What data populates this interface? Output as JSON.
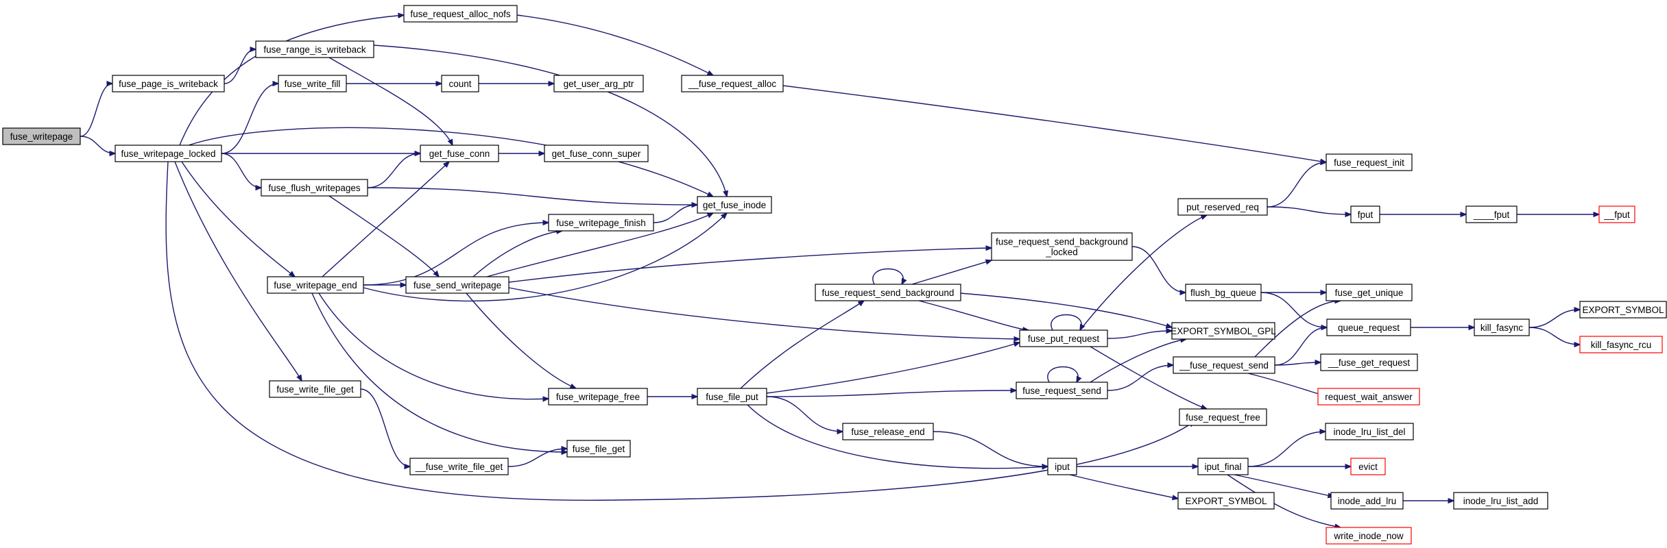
{
  "graph": {
    "nodes": [
      {
        "id": "fuse_writepage",
        "lines": [
          "fuse_writepage"
        ],
        "kind": "root"
      },
      {
        "id": "fuse_page_is_writeback",
        "lines": [
          "fuse_page_is_writeback"
        ],
        "kind": "normal"
      },
      {
        "id": "fuse_writepage_locked",
        "lines": [
          "fuse_writepage_locked"
        ],
        "kind": "normal"
      },
      {
        "id": "fuse_range_is_writeback",
        "lines": [
          "fuse_range_is_writeback"
        ],
        "kind": "normal"
      },
      {
        "id": "fuse_request_alloc_nofs",
        "lines": [
          "fuse_request_alloc_nofs"
        ],
        "kind": "normal"
      },
      {
        "id": "__fuse_request_alloc",
        "lines": [
          "__fuse_request_alloc"
        ],
        "kind": "normal"
      },
      {
        "id": "fuse_write_fill",
        "lines": [
          "fuse_write_fill"
        ],
        "kind": "normal"
      },
      {
        "id": "count",
        "lines": [
          "count"
        ],
        "kind": "normal"
      },
      {
        "id": "get_user_arg_ptr",
        "lines": [
          "get_user_arg_ptr"
        ],
        "kind": "normal"
      },
      {
        "id": "get_fuse_conn",
        "lines": [
          "get_fuse_conn"
        ],
        "kind": "normal"
      },
      {
        "id": "get_fuse_conn_super",
        "lines": [
          "get_fuse_conn_super"
        ],
        "kind": "normal"
      },
      {
        "id": "fuse_flush_writepages",
        "lines": [
          "fuse_flush_writepages"
        ],
        "kind": "normal"
      },
      {
        "id": "get_fuse_inode",
        "lines": [
          "get_fuse_inode"
        ],
        "kind": "normal"
      },
      {
        "id": "fuse_writepage_finish",
        "lines": [
          "fuse_writepage_finish"
        ],
        "kind": "normal"
      },
      {
        "id": "fuse_writepage_end",
        "lines": [
          "fuse_writepage_end"
        ],
        "kind": "normal"
      },
      {
        "id": "fuse_send_writepage",
        "lines": [
          "fuse_send_writepage"
        ],
        "kind": "normal"
      },
      {
        "id": "fuse_request_send_background_locked",
        "lines": [
          "fuse_request_send_background",
          "_locked"
        ],
        "kind": "normal"
      },
      {
        "id": "fuse_request_send_background",
        "lines": [
          "fuse_request_send_background"
        ],
        "kind": "normal"
      },
      {
        "id": "fuse_write_file_get",
        "lines": [
          "fuse_write_file_get"
        ],
        "kind": "normal"
      },
      {
        "id": "fuse_writepage_free",
        "lines": [
          "fuse_writepage_free"
        ],
        "kind": "normal"
      },
      {
        "id": "fuse_file_put",
        "lines": [
          "fuse_file_put"
        ],
        "kind": "normal"
      },
      {
        "id": "fuse_release_end",
        "lines": [
          "fuse_release_end"
        ],
        "kind": "normal"
      },
      {
        "id": "__fuse_write_file_get",
        "lines": [
          "__fuse_write_file_get"
        ],
        "kind": "normal"
      },
      {
        "id": "fuse_file_get",
        "lines": [
          "fuse_file_get"
        ],
        "kind": "normal"
      },
      {
        "id": "fuse_put_request",
        "lines": [
          "fuse_put_request"
        ],
        "kind": "normal"
      },
      {
        "id": "fuse_request_send",
        "lines": [
          "fuse_request_send"
        ],
        "kind": "normal"
      },
      {
        "id": "iput",
        "lines": [
          "iput"
        ],
        "kind": "normal"
      },
      {
        "id": "put_reserved_req",
        "lines": [
          "put_reserved_req"
        ],
        "kind": "normal"
      },
      {
        "id": "fuse_request_init",
        "lines": [
          "fuse_request_init"
        ],
        "kind": "normal"
      },
      {
        "id": "fput",
        "lines": [
          "fput"
        ],
        "kind": "normal"
      },
      {
        "id": "____fput",
        "lines": [
          "____fput"
        ],
        "kind": "normal"
      },
      {
        "id": "__fput",
        "lines": [
          "__fput"
        ],
        "kind": "truncated"
      },
      {
        "id": "flush_bg_queue",
        "lines": [
          "flush_bg_queue"
        ],
        "kind": "normal"
      },
      {
        "id": "EXPORT_SYMBOL_GPL",
        "lines": [
          "EXPORT_SYMBOL_GPL"
        ],
        "kind": "normal"
      },
      {
        "id": "fuse_get_unique",
        "lines": [
          "fuse_get_unique"
        ],
        "kind": "normal"
      },
      {
        "id": "queue_request",
        "lines": [
          "queue_request"
        ],
        "kind": "normal"
      },
      {
        "id": "kill_fasync",
        "lines": [
          "kill_fasync"
        ],
        "kind": "normal"
      },
      {
        "id": "EXPORT_SYMBOL_top",
        "lines": [
          "EXPORT_SYMBOL"
        ],
        "kind": "normal"
      },
      {
        "id": "kill_fasync_rcu",
        "lines": [
          "kill_fasync_rcu"
        ],
        "kind": "truncated"
      },
      {
        "id": "__fuse_request_send",
        "lines": [
          "__fuse_request_send"
        ],
        "kind": "normal"
      },
      {
        "id": "__fuse_get_request",
        "lines": [
          "__fuse_get_request"
        ],
        "kind": "normal"
      },
      {
        "id": "request_wait_answer",
        "lines": [
          "request_wait_answer"
        ],
        "kind": "truncated"
      },
      {
        "id": "fuse_request_free",
        "lines": [
          "fuse_request_free"
        ],
        "kind": "normal"
      },
      {
        "id": "iput_final",
        "lines": [
          "iput_final"
        ],
        "kind": "normal"
      },
      {
        "id": "EXPORT_SYMBOL_bottom",
        "lines": [
          "EXPORT_SYMBOL"
        ],
        "kind": "normal"
      },
      {
        "id": "inode_lru_list_del",
        "lines": [
          "inode_lru_list_del"
        ],
        "kind": "normal"
      },
      {
        "id": "evict",
        "lines": [
          "evict"
        ],
        "kind": "truncated"
      },
      {
        "id": "inode_add_lru",
        "lines": [
          "inode_add_lru"
        ],
        "kind": "normal"
      },
      {
        "id": "inode_lru_list_add",
        "lines": [
          "inode_lru_list_add"
        ],
        "kind": "normal"
      },
      {
        "id": "write_inode_now",
        "lines": [
          "write_inode_now"
        ],
        "kind": "truncated"
      }
    ],
    "edges": [
      [
        "fuse_writepage",
        "fuse_page_is_writeback"
      ],
      [
        "fuse_writepage",
        "fuse_writepage_locked"
      ],
      [
        "fuse_page_is_writeback",
        "fuse_range_is_writeback"
      ],
      [
        "fuse_writepage_locked",
        "fuse_request_alloc_nofs"
      ],
      [
        "fuse_writepage_locked",
        "fuse_write_fill"
      ],
      [
        "fuse_writepage_locked",
        "get_fuse_conn"
      ],
      [
        "fuse_writepage_locked",
        "get_fuse_inode"
      ],
      [
        "fuse_writepage_locked",
        "fuse_flush_writepages"
      ],
      [
        "fuse_writepage_locked",
        "fuse_writepage_end"
      ],
      [
        "fuse_writepage_locked",
        "fuse_write_file_get"
      ],
      [
        "fuse_writepage_locked",
        "fuse_request_free"
      ],
      [
        "fuse_range_is_writeback",
        "get_fuse_conn"
      ],
      [
        "fuse_range_is_writeback",
        "get_fuse_inode"
      ],
      [
        "fuse_request_alloc_nofs",
        "__fuse_request_alloc"
      ],
      [
        "__fuse_request_alloc",
        "fuse_request_init"
      ],
      [
        "fuse_write_fill",
        "count"
      ],
      [
        "count",
        "get_user_arg_ptr"
      ],
      [
        "get_fuse_conn",
        "get_fuse_conn_super"
      ],
      [
        "fuse_flush_writepages",
        "get_fuse_conn"
      ],
      [
        "fuse_flush_writepages",
        "get_fuse_inode"
      ],
      [
        "fuse_flush_writepages",
        "fuse_send_writepage"
      ],
      [
        "fuse_writepage_finish",
        "get_fuse_inode"
      ],
      [
        "fuse_writepage_end",
        "get_fuse_conn"
      ],
      [
        "fuse_writepage_end",
        "fuse_writepage_finish"
      ],
      [
        "fuse_writepage_end",
        "fuse_send_writepage"
      ],
      [
        "fuse_writepage_end",
        "get_fuse_inode"
      ],
      [
        "fuse_writepage_end",
        "fuse_writepage_free"
      ],
      [
        "fuse_writepage_end",
        "fuse_file_get"
      ],
      [
        "fuse_send_writepage",
        "fuse_writepage_finish"
      ],
      [
        "fuse_send_writepage",
        "get_fuse_inode"
      ],
      [
        "fuse_send_writepage",
        "fuse_request_send_background_locked"
      ],
      [
        "fuse_send_writepage",
        "fuse_put_request"
      ],
      [
        "fuse_send_writepage",
        "fuse_writepage_free"
      ],
      [
        "fuse_write_file_get",
        "__fuse_write_file_get"
      ],
      [
        "__fuse_write_file_get",
        "fuse_file_get"
      ],
      [
        "fuse_writepage_free",
        "fuse_file_put"
      ],
      [
        "fuse_file_put",
        "fuse_request_send_background"
      ],
      [
        "fuse_file_put",
        "fuse_put_request"
      ],
      [
        "fuse_file_put",
        "fuse_request_send"
      ],
      [
        "fuse_file_put",
        "fuse_release_end"
      ],
      [
        "fuse_file_put",
        "iput"
      ],
      [
        "fuse_release_end",
        "iput"
      ],
      [
        "fuse_request_send_background",
        "fuse_request_send_background"
      ],
      [
        "fuse_request_send_background",
        "fuse_request_send_background_locked"
      ],
      [
        "fuse_request_send_background",
        "EXPORT_SYMBOL_GPL"
      ],
      [
        "fuse_request_send_background",
        "fuse_put_request"
      ],
      [
        "fuse_request_send_background_locked",
        "flush_bg_queue"
      ],
      [
        "fuse_put_request",
        "fuse_put_request"
      ],
      [
        "fuse_put_request",
        "put_reserved_req"
      ],
      [
        "fuse_put_request",
        "EXPORT_SYMBOL_GPL"
      ],
      [
        "fuse_put_request",
        "fuse_request_free"
      ],
      [
        "fuse_request_send",
        "fuse_request_send"
      ],
      [
        "fuse_request_send",
        "EXPORT_SYMBOL_GPL"
      ],
      [
        "fuse_request_send",
        "__fuse_request_send"
      ],
      [
        "iput",
        "iput_final"
      ],
      [
        "iput",
        "EXPORT_SYMBOL_bottom"
      ],
      [
        "put_reserved_req",
        "fuse_request_init"
      ],
      [
        "put_reserved_req",
        "fput"
      ],
      [
        "fput",
        "____fput"
      ],
      [
        "____fput",
        "__fput"
      ],
      [
        "flush_bg_queue",
        "fuse_get_unique"
      ],
      [
        "flush_bg_queue",
        "queue_request"
      ],
      [
        "queue_request",
        "kill_fasync"
      ],
      [
        "kill_fasync",
        "EXPORT_SYMBOL_top"
      ],
      [
        "kill_fasync",
        "kill_fasync_rcu"
      ],
      [
        "__fuse_request_send",
        "fuse_get_unique"
      ],
      [
        "__fuse_request_send",
        "queue_request"
      ],
      [
        "__fuse_request_send",
        "__fuse_get_request"
      ],
      [
        "__fuse_request_send",
        "request_wait_answer"
      ],
      [
        "iput_final",
        "inode_lru_list_del"
      ],
      [
        "iput_final",
        "evict"
      ],
      [
        "iput_final",
        "inode_add_lru"
      ],
      [
        "iput_final",
        "write_inode_now"
      ],
      [
        "inode_add_lru",
        "inode_lru_list_add"
      ]
    ]
  },
  "colors": {
    "edge": "#191970",
    "node_border": "#000000",
    "node_fill": "#ffffff",
    "root_fill": "#bfbfbf",
    "truncated_border": "#ff0000"
  }
}
